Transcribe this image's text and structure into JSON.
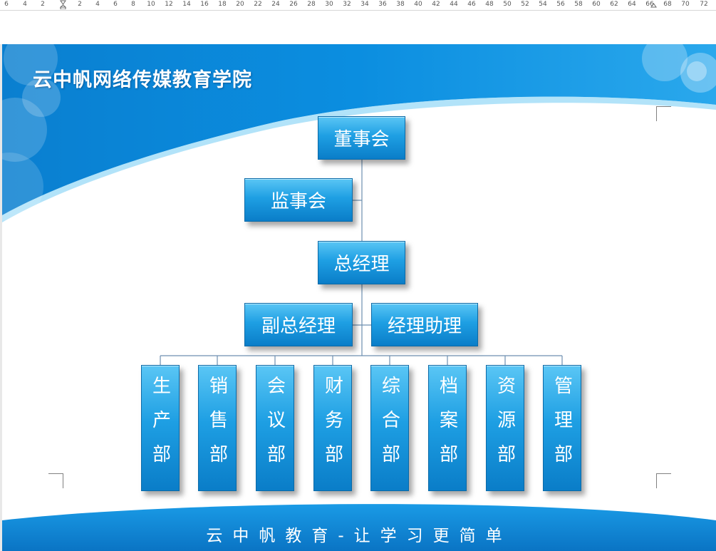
{
  "ruler": {
    "ticks": [
      "6",
      "4",
      "2",
      "2",
      "4",
      "6",
      "8",
      "10",
      "12",
      "14",
      "16",
      "18",
      "20",
      "22",
      "24",
      "26",
      "28",
      "30",
      "32",
      "34",
      "36",
      "38",
      "40",
      "42",
      "44",
      "46",
      "48",
      "50",
      "52",
      "54",
      "56",
      "58",
      "60",
      "62",
      "64",
      "66",
      "68",
      "70",
      "72"
    ]
  },
  "slide": {
    "title": "云中帆网络传媒教育学院",
    "footer": "云中帆教育-让学习更简单"
  },
  "org": {
    "board": "董事会",
    "supervisory": "监事会",
    "gm": "总经理",
    "deputy_gm": "副总经理",
    "gm_assistant": "经理助理",
    "departments": [
      "生产部",
      "销售部",
      "会议部",
      "财务部",
      "综合部",
      "档案部",
      "资源部",
      "管理部"
    ]
  },
  "colors": {
    "box_top": "#5ac6f5",
    "box_bottom": "#0a7dc8",
    "banner": "#0a8ad8",
    "connector": "#6d8fb0"
  }
}
